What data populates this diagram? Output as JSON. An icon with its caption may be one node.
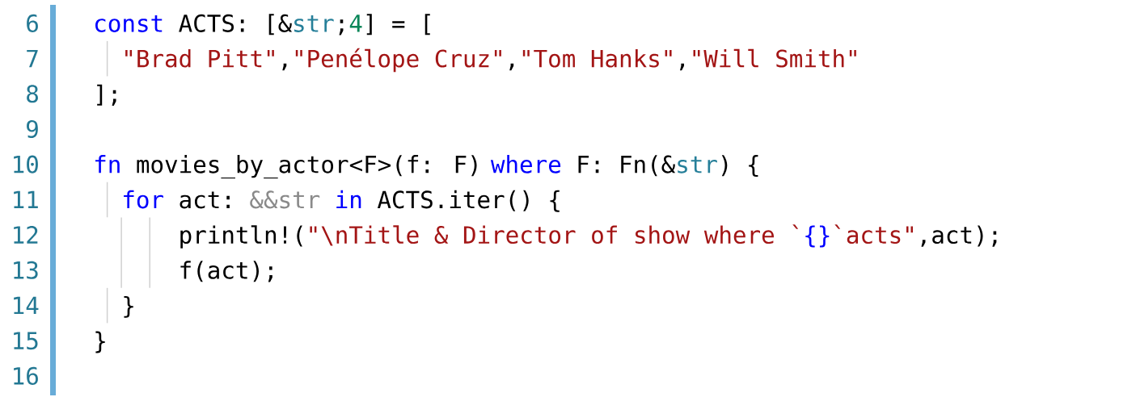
{
  "diagram": {
    "labels": [
      "6",
      "const",
      "ACTS: [&",
      "str",
      ";",
      "4",
      "] = [",
      "7",
      "\"Brad Pitt\"",
      ",",
      "\"Penélope Cruz\"",
      ",",
      "\"Tom Hanks\"",
      ",",
      "\"Will Smith\"",
      "8",
      "];",
      "9",
      "10",
      "fn",
      "movies_by_actor<F>(f: F)",
      "where",
      "F: Fn(&",
      "str",
      ") {",
      "11",
      "for",
      "act:",
      "&&str",
      "in",
      "ACTS.iter() {",
      "12",
      "println!(",
      "\"\\nTitle & Director of show where `",
      "{}",
      "`acts\"",
      ",act);",
      "13",
      "f(act);",
      "14",
      "}",
      "15",
      "}",
      "16"
    ]
  }
}
